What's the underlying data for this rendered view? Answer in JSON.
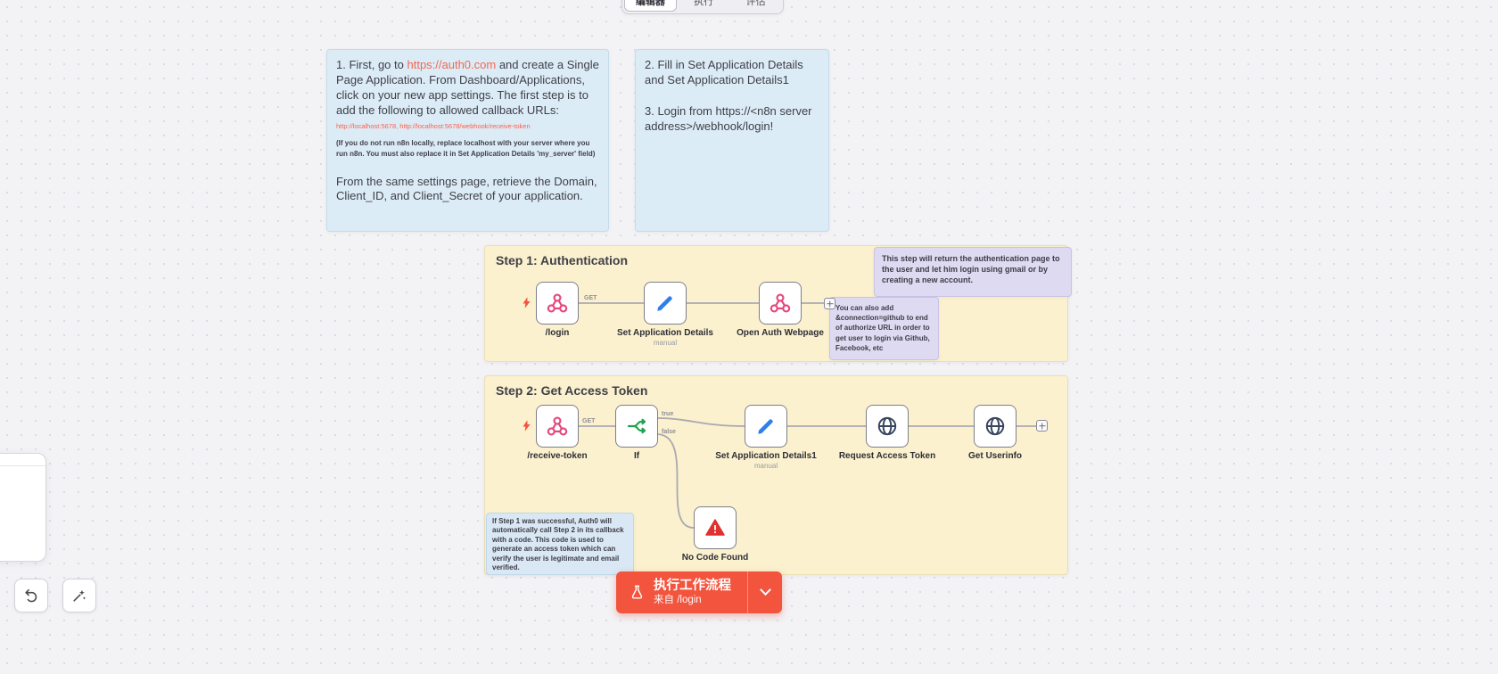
{
  "header_tabs": {
    "editor": "编辑器",
    "executions": "执行",
    "evaluations": "评估"
  },
  "sticky_note_setup": {
    "intro_prefix": "1. First, go to ",
    "intro_link": "https://auth0.com",
    "intro_suffix": " and create a Single Page Application. From Dashboard/Applications, click on your new app settings. The first step is to add the following to allowed callback URLs:",
    "callback_urls": "http://localhost:5678, http://localhost:5678/webhook/receive-token",
    "locality_note": "(If you do not run n8n locally, replace localhost with your server where you run n8n. You must also replace it in Set Application Details 'my_server' field)",
    "retrieve_note": "From the same settings page, retrieve the Domain, Client_ID, and Client_Secret of your application."
  },
  "sticky_note_fill": {
    "line1": "2. Fill in Set Application Details and Set Application Details1",
    "line2": "3. Login from https://<n8n server address>/webhook/login!"
  },
  "step1": {
    "title": "Step 1: Authentication",
    "wire_label": "GET",
    "nodes": [
      {
        "name": "/login"
      },
      {
        "name": "Set Application Details",
        "sub": "manual"
      },
      {
        "name": "Open Auth Webpage"
      }
    ],
    "info_note": "This step will return the authentication page to the user and let him login using gmail or by creating a new account.",
    "tip_note": "You can also add &connection=github to end of authorize URL in order to get user to login via Github, Facebook, etc"
  },
  "step2": {
    "title": "Step 2: Get Access Token",
    "wire_label": "GET",
    "true_label": "true",
    "false_label": "false",
    "nodes": [
      {
        "name": "/receive-token"
      },
      {
        "name": "If"
      },
      {
        "name": "Set Application Details1",
        "sub": "manual"
      },
      {
        "name": "Request Access Token"
      },
      {
        "name": "Get Userinfo"
      },
      {
        "name": "No Code Found"
      }
    ],
    "info_note": "If Step 1 was successful, Auth0 will automatically call Step 2 in its callback with a code. This code is used to generate an access token which can verify the user is legitimate and email verified."
  },
  "execute_bar": {
    "line1": "执行工作流程",
    "line2": "来自 /login"
  },
  "icons": {
    "webhook": "webhook-icon",
    "set": "pencil-icon",
    "if": "branch-icon",
    "http": "globe-icon",
    "error": "warning-icon",
    "trigger": "lightning-icon",
    "execute": "flask-icon",
    "dropdown": "chevron-down-icon",
    "undo": "undo-icon",
    "tidy": "tidy-up-icon"
  },
  "colors": {
    "accent": "#f2543e",
    "sticky_yellow": "#fbf1ce",
    "sticky_blue": "#dcecf6",
    "sticky_purple": "#dedaf2",
    "webhook_icon": "#e5487d",
    "set_icon": "#2e7eee",
    "if_icon": "#1fa34d",
    "http_icon": "#37455e",
    "error_icon": "#e03131",
    "link": "#f4674f"
  }
}
